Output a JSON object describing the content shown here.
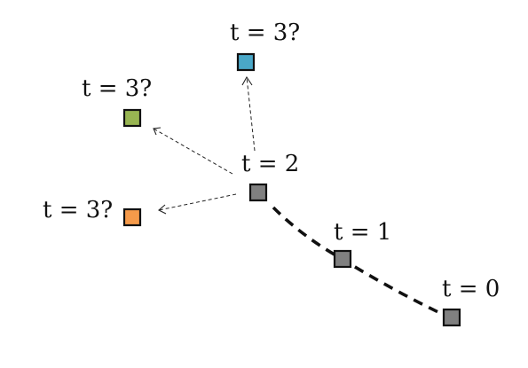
{
  "labels": {
    "t0": "t = 0",
    "t1": "t = 1",
    "t2": "t = 2",
    "t3_blue": "t = 3?",
    "t3_green": "t = 3?",
    "t3_orange": "t = 3?"
  },
  "colors": {
    "observed": "#808080",
    "blue": "#4aa8c8",
    "green": "#98b552",
    "orange": "#f59a4a",
    "stroke": "#111111"
  }
}
